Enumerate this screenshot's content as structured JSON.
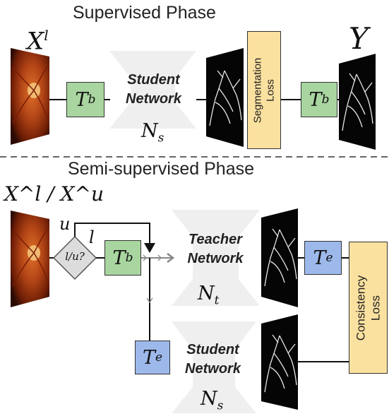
{
  "supervised": {
    "title": "Supervised Phase",
    "input_label": "X",
    "input_sup": "l",
    "transform_label": "T",
    "transform_sub": "b",
    "network_line1": "Student",
    "network_line2": "Network",
    "network_var": "N",
    "network_var_sub": "s",
    "loss_line1": "Segmentation",
    "loss_line2": "Loss",
    "target_label": "Y"
  },
  "semi": {
    "title": "Semi-supervised Phase",
    "input_label": "X^l / X^u",
    "branch_u": "u",
    "branch_l": "l",
    "decision_label": "l/u?",
    "transform_b": "T",
    "transform_b_sub": "b",
    "transform_e": "T",
    "transform_e_sub": "e",
    "teacher_line1": "Teacher",
    "teacher_line2": "Network",
    "teacher_var": "N",
    "teacher_var_sub": "t",
    "student_line1": "Student",
    "student_line2": "Network",
    "student_var": "N",
    "student_var_sub": "s",
    "loss_line1": "Consistency",
    "loss_line2": "Loss"
  },
  "colors": {
    "transform_b": "#a9d5a0",
    "transform_e": "#9db9ec",
    "loss": "#fbe1a0",
    "network": "#efefef",
    "divider": "#666666"
  },
  "icons": [
    "fundus-image",
    "vessel-mask"
  ]
}
